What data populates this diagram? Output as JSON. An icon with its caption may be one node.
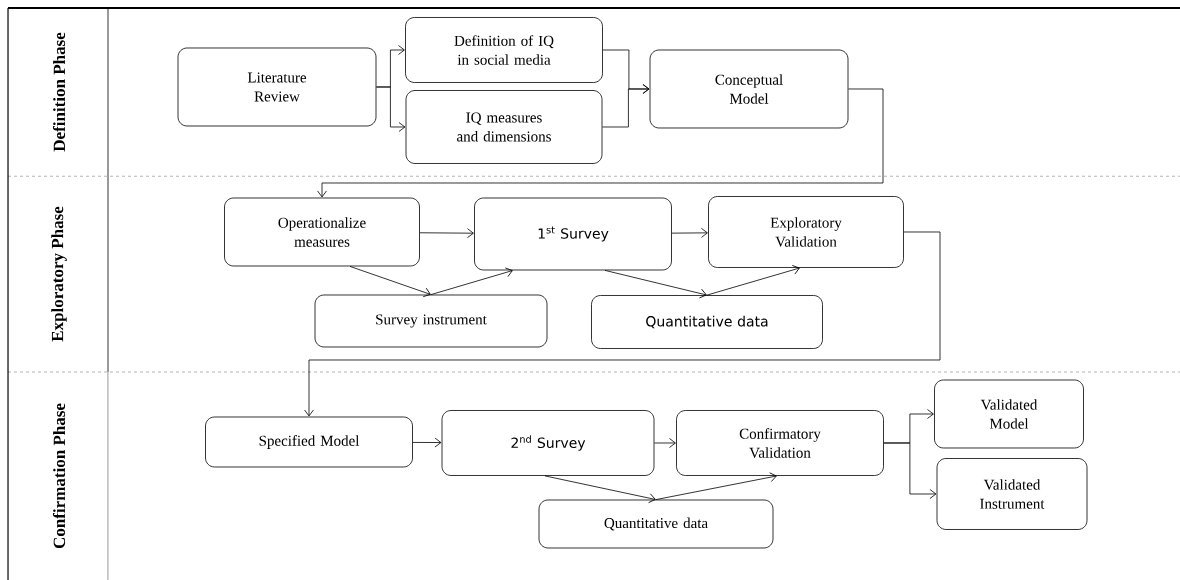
{
  "diagram": {
    "nodes": [
      {
        "text": [
          "Definition Phase"
        ]
      },
      {
        "text": [
          "Literature Review"
        ],
        "in": 0
      },
      {
        "text": [
          "Definition of IQ in social media"
        ],
        "in": 0
      },
      {
        "text": [
          "IQ measures and dimensions"
        ],
        "in": 0
      },
      {
        "text": [
          "Conceptual Model"
        ],
        "in": 0
      },
      {
        "text": [
          "Exploratory Phase"
        ]
      },
      {
        "text": [
          "Operationalize measures"
        ],
        "in": 5
      },
      {
        "text": [
          "1$^{st}$ Survey"
        ],
        "in": 5
      },
      {
        "text": [
          "Exploratory Validation"
        ],
        "in": 5
      },
      {
        "text": [
          "Survey instrument"
        ],
        "in": 5
      },
      {
        "text": [
          "Quantitative data"
        ],
        "in": 5
      },
      {
        "text": [
          "Confirmation Phase"
        ]
      },
      {
        "text": [
          "Specified Model"
        ],
        "in": 11
      },
      {
        "text": [
          "2$^{nd}$ Survey"
        ],
        "in": 11
      },
      {
        "text": [
          "Confirmatory Validation"
        ],
        "in": 11
      },
      {
        "text": [
          "Quantitative data"
        ],
        "in": 11
      },
      {
        "text": [
          "Validated Model"
        ],
        "in": 11
      },
      {
        "text": [
          "Validated Instrument"
        ],
        "in": 11
      }
    ],
    "edges": [
      {
        "from": 1,
        "to": 2,
        "arrow": "to"
      },
      {
        "from": 1,
        "to": 3,
        "arrow": "to"
      },
      {
        "from": 2,
        "to": 4,
        "arrow": "to"
      },
      {
        "from": 3,
        "to": 4,
        "arrow": "to"
      },
      {
        "from": 4,
        "to": 6,
        "arrow": "to"
      },
      {
        "from": 6,
        "to": 7,
        "arrow": "to"
      },
      {
        "from": 7,
        "to": 8,
        "arrow": "to"
      },
      {
        "from": 6,
        "to": 9,
        "arrow": "to"
      },
      {
        "from": 9,
        "to": 7,
        "arrow": "to"
      },
      {
        "from": 7,
        "to": 10,
        "arrow": "to"
      },
      {
        "from": 10,
        "to": 8,
        "arrow": "to"
      },
      {
        "from": 8,
        "to": 12,
        "arrow": "to"
      },
      {
        "from": 12,
        "to": 13,
        "arrow": "to"
      },
      {
        "from": 13,
        "to": 14,
        "arrow": "to"
      },
      {
        "from": 13,
        "to": 15,
        "arrow": "to"
      },
      {
        "from": 15,
        "to": 14,
        "arrow": "to"
      },
      {
        "from": 14,
        "to": 16,
        "arrow": "to"
      },
      {
        "from": 14,
        "to": 17,
        "arrow": "to"
      }
    ]
  }
}
